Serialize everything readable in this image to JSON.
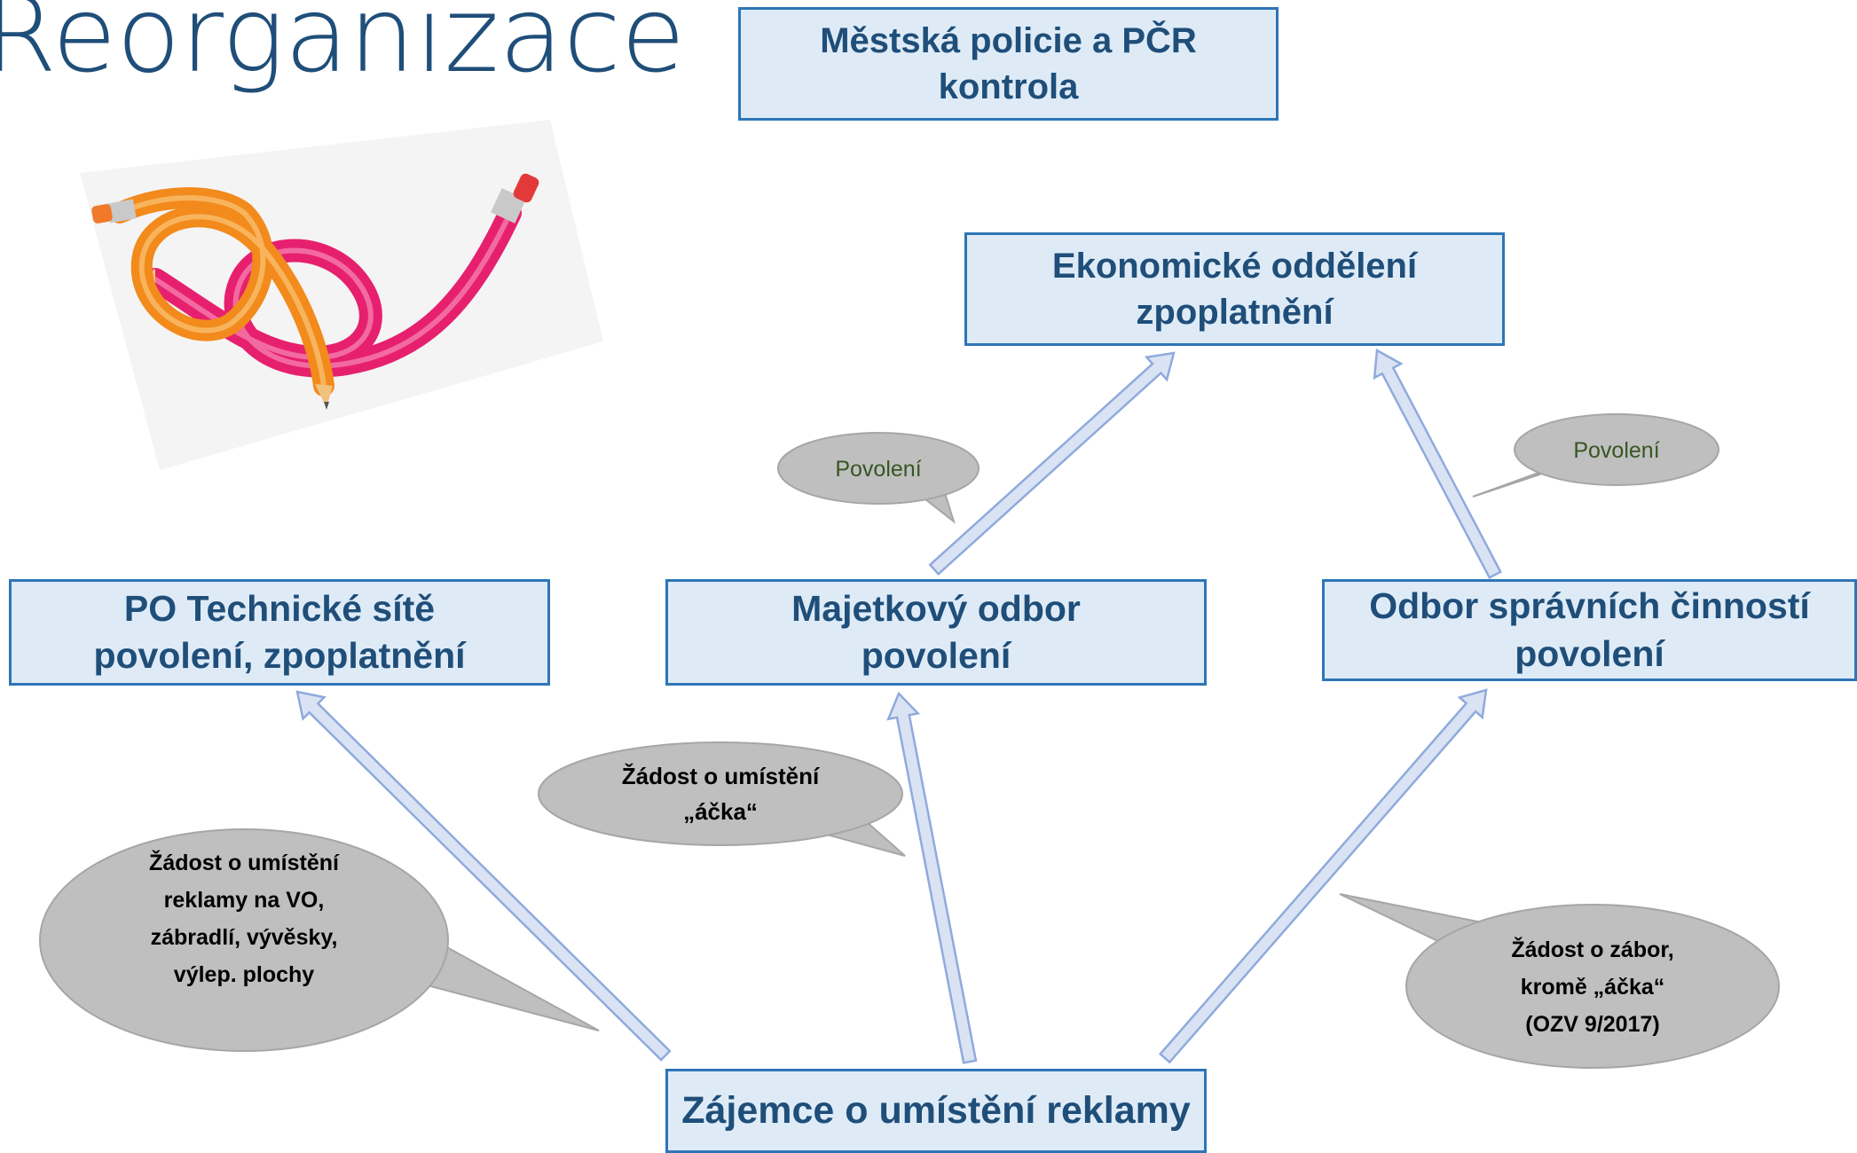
{
  "title": "Reorganizace",
  "boxes": {
    "police": {
      "line1": "Městská policie a PČR",
      "line2": "kontrola"
    },
    "ekonomicke": {
      "line1": "Ekonomické oddělení",
      "line2": "zpoplatnění"
    },
    "po_technicke": {
      "line1": "PO Technické sítě",
      "line2": "povolení, zpoplatnění"
    },
    "majetkovy": {
      "line1": "Majetkový odbor",
      "line2": "povolení"
    },
    "odbor_spravnich": {
      "line1": "Odbor správních činností",
      "line2": "povolení"
    },
    "zajemce": {
      "line1": "Zájemce o umístění reklamy"
    }
  },
  "bubbles": {
    "povoleni_left": {
      "lines": [
        "Povolení"
      ]
    },
    "povoleni_right": {
      "lines": [
        "Povolení"
      ]
    },
    "zadost_acka": {
      "lines": [
        "Žádost o umístění",
        "„áčka“"
      ]
    },
    "zadost_reklamy": {
      "lines": [
        "Žádost o umístění",
        "reklamy na VO,",
        "zábradlí, vývěsky,",
        "výlep. plochy"
      ]
    },
    "zadost_zabor": {
      "lines": [
        "Žádost o zábor,",
        "kromě „áčka“",
        "(OZV 9/2017)"
      ]
    }
  },
  "colors": {
    "box_fill": "#deebf7",
    "box_border": "#2e75b6",
    "box_text": "#1f4e79",
    "arrow_fill": "#dae3f3",
    "arrow_stroke": "#8faadc",
    "bubble_fill": "#bfbfbf",
    "bubble_text_green": "#375623",
    "pencil_orange": "#f28a1c",
    "pencil_pink": "#e6206e"
  },
  "image": {
    "icon": "bent-pencils-icon"
  }
}
